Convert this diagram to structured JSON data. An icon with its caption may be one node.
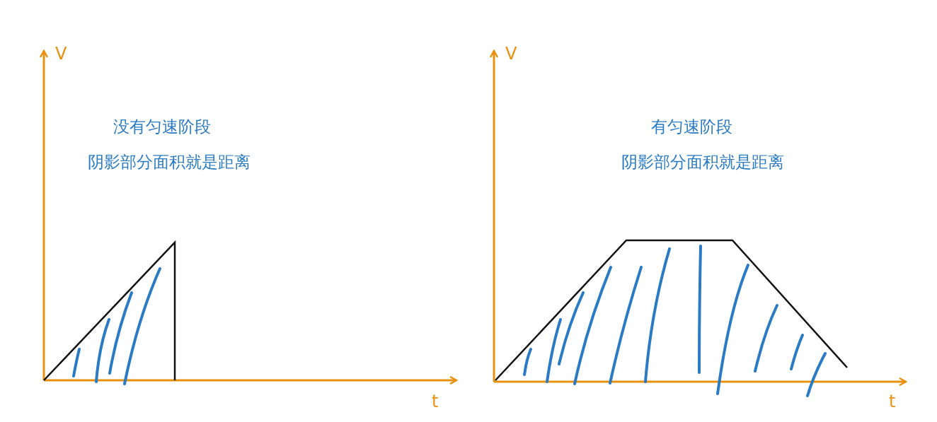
{
  "diagram": {
    "labels": [
      "V",
      "没有匀速阶段",
      "阴影部分面积就是距离",
      "t",
      "V",
      "有匀速阶段",
      "阴影部分面积就是距离",
      "t"
    ]
  }
}
